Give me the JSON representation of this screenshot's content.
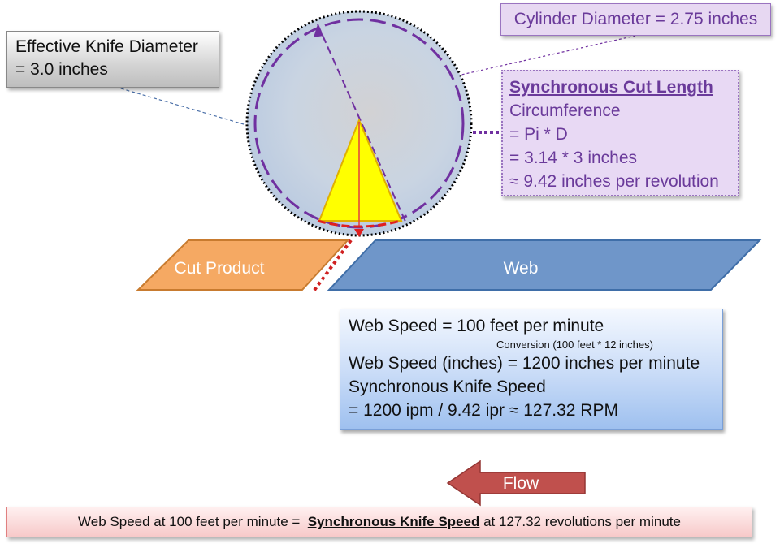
{
  "knife_label": {
    "line1": "Effective Knife Diameter",
    "line2": "= 3.0 inches"
  },
  "cylinder_label": "Cylinder Diameter = 2.75 inches",
  "sync_cut": {
    "title": "Synchronous Cut Length",
    "lines": [
      "Circumference",
      "= Pi * D",
      "= 3.14 * 3 inches",
      "≈ 9.42 inches per revolution"
    ]
  },
  "calc": {
    "line1": "Web Speed = 100 feet per minute",
    "conversion": "Conversion  (100 feet * 12 inches)",
    "line2": "Web Speed (inches) = 1200 inches per minute",
    "line3": "Synchronous Knife Speed",
    "line4": "= 1200 ipm / 9.42 ipr ≈ 127.32 RPM"
  },
  "shapes": {
    "cut_product": "Cut Product",
    "web": "Web",
    "flow": "Flow"
  },
  "summary": {
    "prefix": "Web Speed at 100 feet per minute =  ",
    "emphasis": "Synchronous Knife Speed",
    "suffix": " at 127.32 revolutions per minute"
  },
  "colors": {
    "cut_product": "#f5a963",
    "web": "#6f96c9",
    "flow_arrow": "#c0504d",
    "knife": "#ffff00",
    "dashed_circle": "#7030a0"
  }
}
